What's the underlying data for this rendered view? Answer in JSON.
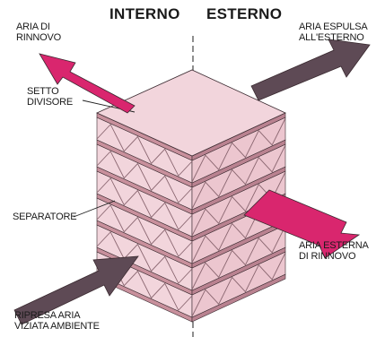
{
  "labels": {
    "interno": "INTERNO",
    "esterno": "ESTERNO",
    "aria_di_rinnovo": [
      "ARIA DI",
      "RINNOVO"
    ],
    "aria_espulsa": [
      "ARIA ESPULSA",
      "ALL'ESTERNO"
    ],
    "setto_divisore": [
      "SETTO",
      "DIVISORE"
    ],
    "separatore": "SEPARATORE",
    "aria_esterna": [
      "ARIA ESTERNA",
      "DI RINNOVO"
    ],
    "ripresa_aria": [
      "RIPRESA ARIA",
      "VIZIATA AMBIENTE"
    ]
  },
  "colors": {
    "pink_arrow": "#d9266e",
    "dark_arrow": "#5e4a55",
    "plate_face": "#f2d5dc",
    "plate_edge": "#c8909c",
    "corrugation": "#8a6670",
    "outline": "#3a2a30"
  },
  "structure": {
    "layer_count": 7
  }
}
